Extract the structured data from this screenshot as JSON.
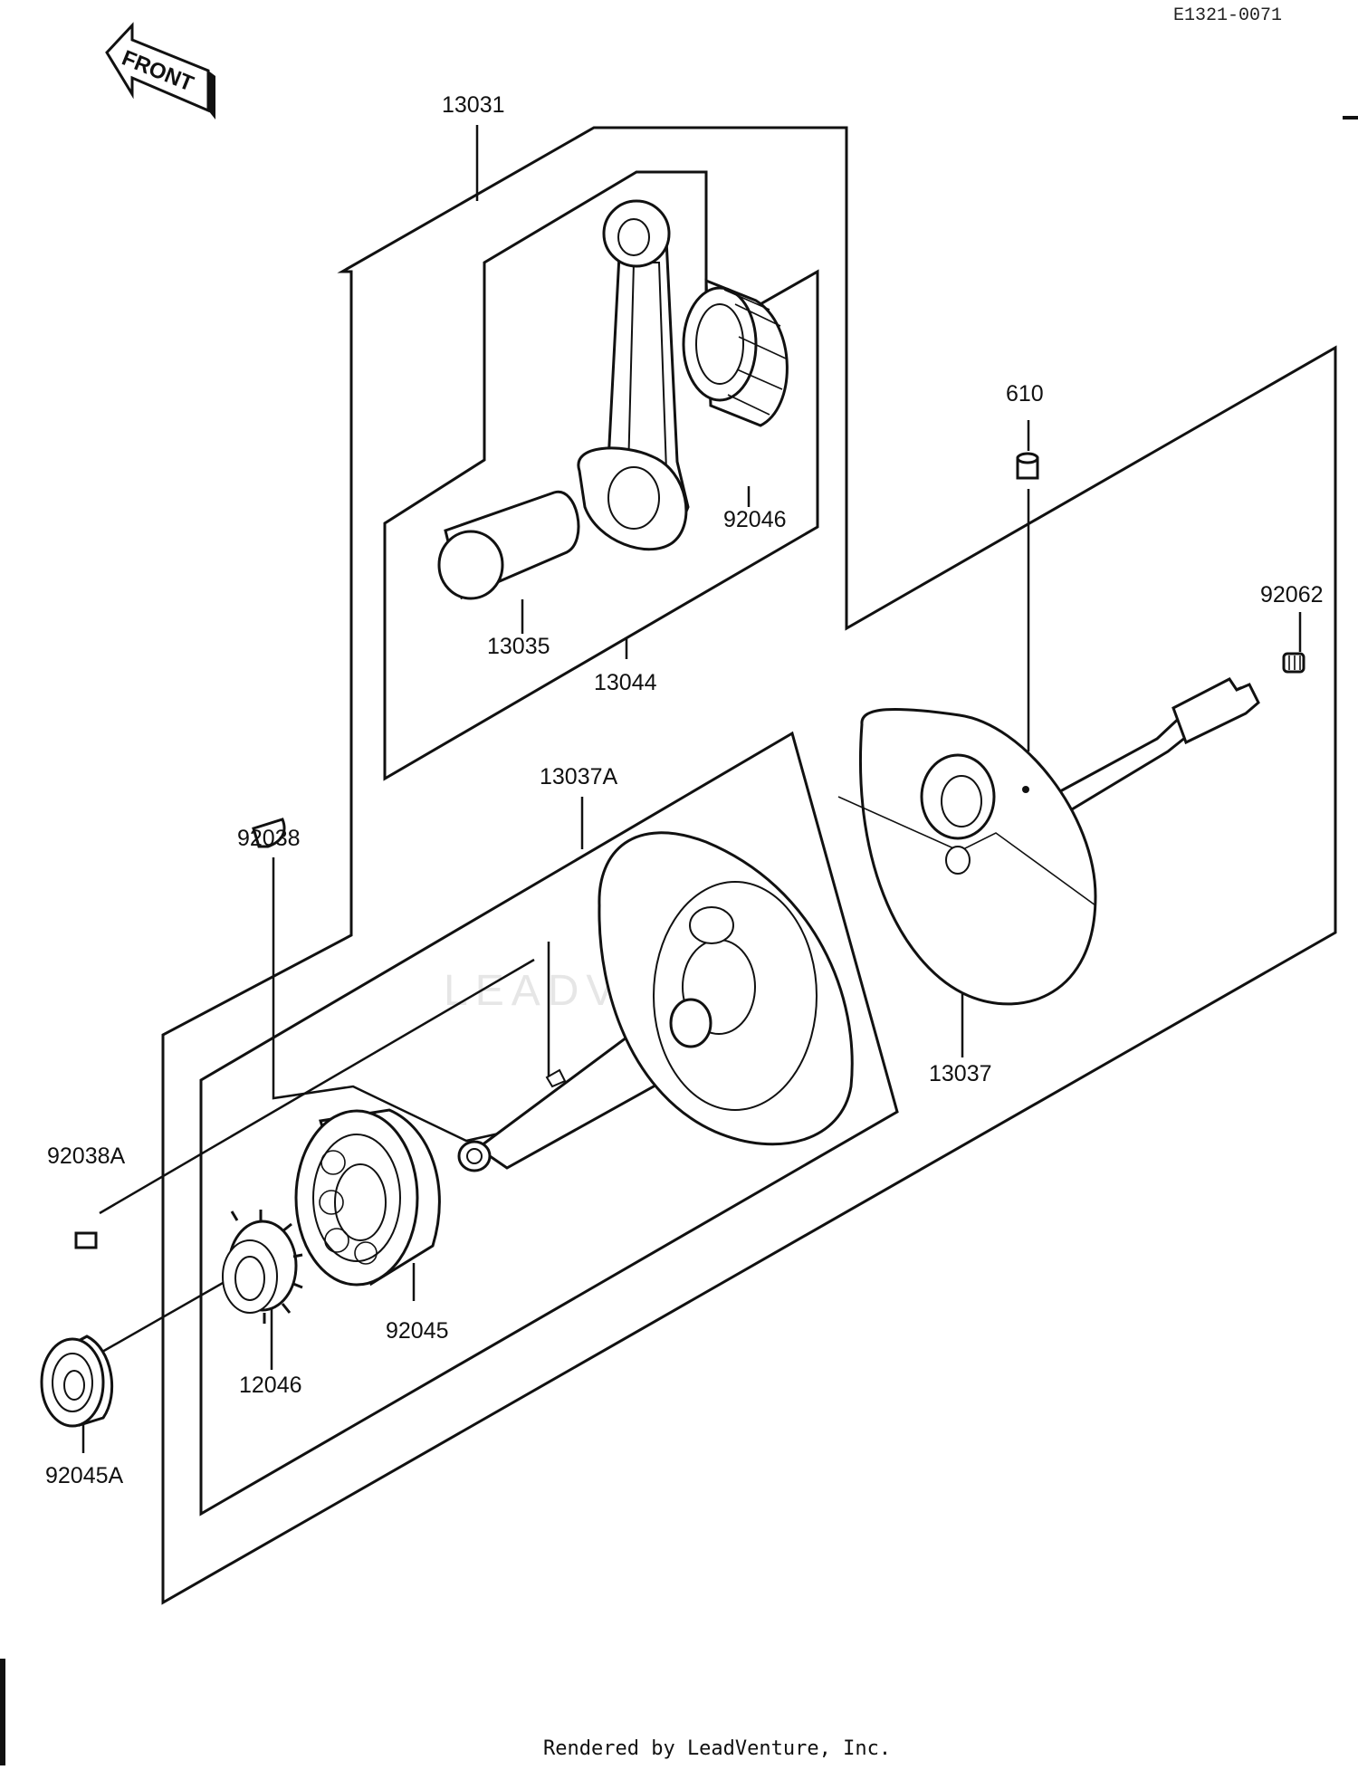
{
  "diagram": {
    "reference_code": "E1321-0071",
    "front_arrow_label": "FRONT",
    "watermark": "LEADVENTURE",
    "footer": "Rendered by LeadVenture, Inc.",
    "part_labels": {
      "p13031": "13031",
      "p13035": "13035",
      "p13044": "13044",
      "p92046": "92046",
      "p610": "610",
      "p92062": "92062",
      "p13037A": "13037A",
      "p92038": "92038",
      "p13037": "13037",
      "p92038A": "92038A",
      "p92045": "92045",
      "p12046": "12046",
      "p92045A": "92045A"
    }
  }
}
